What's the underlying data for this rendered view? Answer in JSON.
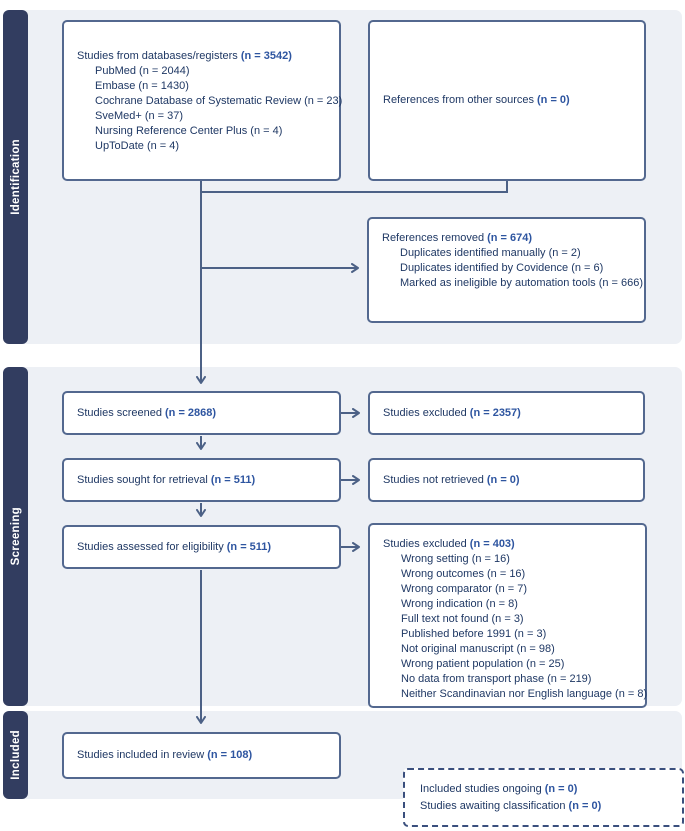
{
  "sections": {
    "identification": "Identification",
    "screening": "Screening",
    "included": "Included"
  },
  "boxes": {
    "databases": {
      "label": "Studies from databases/registers",
      "count": "(n = 3542)",
      "items": [
        "PubMed (n = 2044)",
        "Embase (n = 1430)",
        "Cochrane Database of Systematic Review (n = 23)",
        "SveMed+ (n = 37)",
        "Nursing Reference Center Plus (n = 4)",
        "UpToDate (n = 4)"
      ]
    },
    "other_sources": {
      "label": "References from other sources",
      "count": "(n = 0)"
    },
    "references_removed": {
      "label": "References removed",
      "count": "(n = 674)",
      "items": [
        "Duplicates identified manually (n = 2)",
        "Duplicates identified by Covidence (n = 6)",
        "Marked as ineligible by automation tools (n = 666)"
      ]
    },
    "screened": {
      "label": "Studies screened",
      "count": "(n = 2868)"
    },
    "excluded_screening": {
      "label": "Studies excluded",
      "count": "(n = 2357)"
    },
    "sought": {
      "label": "Studies sought for retrieval",
      "count": "(n = 511)"
    },
    "not_retrieved": {
      "label": "Studies not retrieved",
      "count": "(n = 0)"
    },
    "assessed": {
      "label": "Studies assessed for eligibility",
      "count": "(n = 511)"
    },
    "excluded_eligibility": {
      "label": "Studies excluded",
      "count": "(n = 403)",
      "items": [
        "Wrong setting (n = 16)",
        "Wrong outcomes (n = 16)",
        "Wrong comparator (n = 7)",
        "Wrong indication (n = 8)",
        "Full text not found (n = 3)",
        "Published before 1991 (n = 3)",
        "Not original manuscript (n = 98)",
        "Wrong patient population (n = 25)",
        "No data from transport phase (n = 219)",
        "Neither Scandinavian nor English language (n = 8)"
      ]
    },
    "included_review": {
      "label": "Studies included in review",
      "count": "(n = 108)"
    },
    "ongoing": {
      "lines": [
        {
          "label": "Included studies ongoing",
          "count": "(n = 0)"
        },
        {
          "label": "Studies awaiting classification",
          "count": "(n = 0)"
        }
      ]
    }
  },
  "colors": {
    "sidebar": "#323d60",
    "band": "#edf0f5",
    "box_border": "#53688f",
    "text": "#1f3864",
    "count_accent": "#2e55a0",
    "connector": "#4c6186",
    "dashed_border": "#3a4f7d"
  }
}
